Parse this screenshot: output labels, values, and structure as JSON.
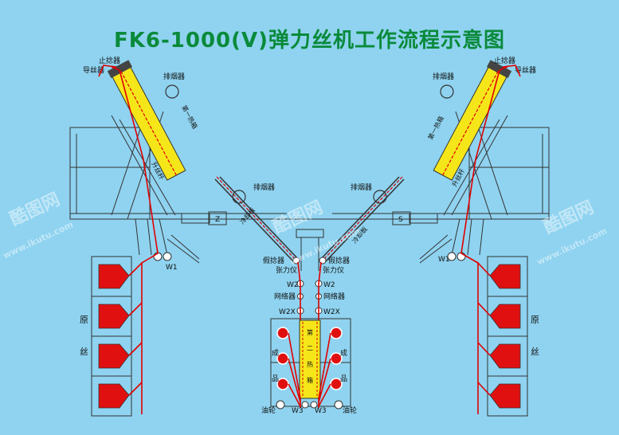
{
  "title": "FK6-1000(V)弹力丝机工作流程示意图",
  "watermark": {
    "brand": "酷图网",
    "url": "www.ikutu.com"
  },
  "labels": {
    "stopper": "止捻器",
    "guide": "导丝器",
    "exhaust": "排烟器",
    "first_heater": "第一热箱",
    "riser": "升丝杆",
    "cooling": "冷却板",
    "false_twist": "假捻器",
    "tension": "张力仪",
    "w1": "W1",
    "w2": "W2",
    "network": "网络器",
    "w2x": "W2X",
    "second_heater": "第二热箱",
    "product": "成品",
    "oil": "油轮",
    "w3": "W3",
    "raw_yarn": "原丝",
    "z": "Z",
    "s": "S"
  },
  "colors": {
    "background": "#8fd3f0",
    "title": "#0a8a3a",
    "heater": "#f5e61a",
    "yarn": "#e00000",
    "bobbin": "#e01010"
  }
}
